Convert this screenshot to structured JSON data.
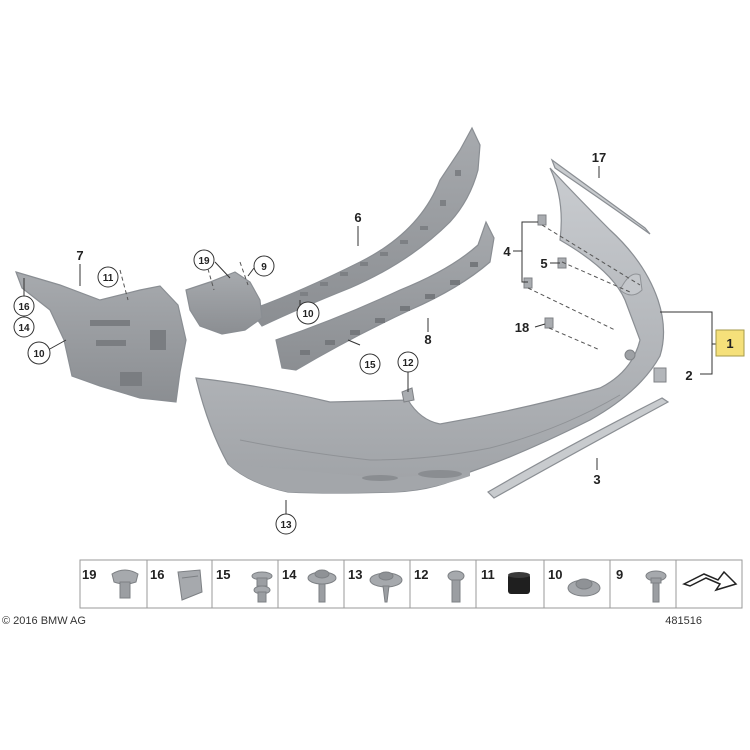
{
  "callouts": {
    "c1": "1",
    "c2": "2",
    "c3": "3",
    "c4": "4",
    "c5": "5",
    "c6": "6",
    "c7": "7",
    "c8": "8",
    "c9": "9",
    "c10a": "10",
    "c10b": "10",
    "c11": "11",
    "c12": "12",
    "c13": "13",
    "c14": "14",
    "c15": "15",
    "c16": "16",
    "c17": "17",
    "c18": "18",
    "c19": "19"
  },
  "parts_table": {
    "items": [
      "19",
      "16",
      "15",
      "14",
      "13",
      "12",
      "11",
      "10",
      "9"
    ]
  },
  "footer": {
    "copyright": "© 2016 BMW AG",
    "diagram_number": "481516"
  },
  "colors": {
    "part_fill": "#b8bbbf",
    "part_dark": "#8f9296",
    "highlight": "#f5e07a",
    "border": "#9a9a9a"
  }
}
